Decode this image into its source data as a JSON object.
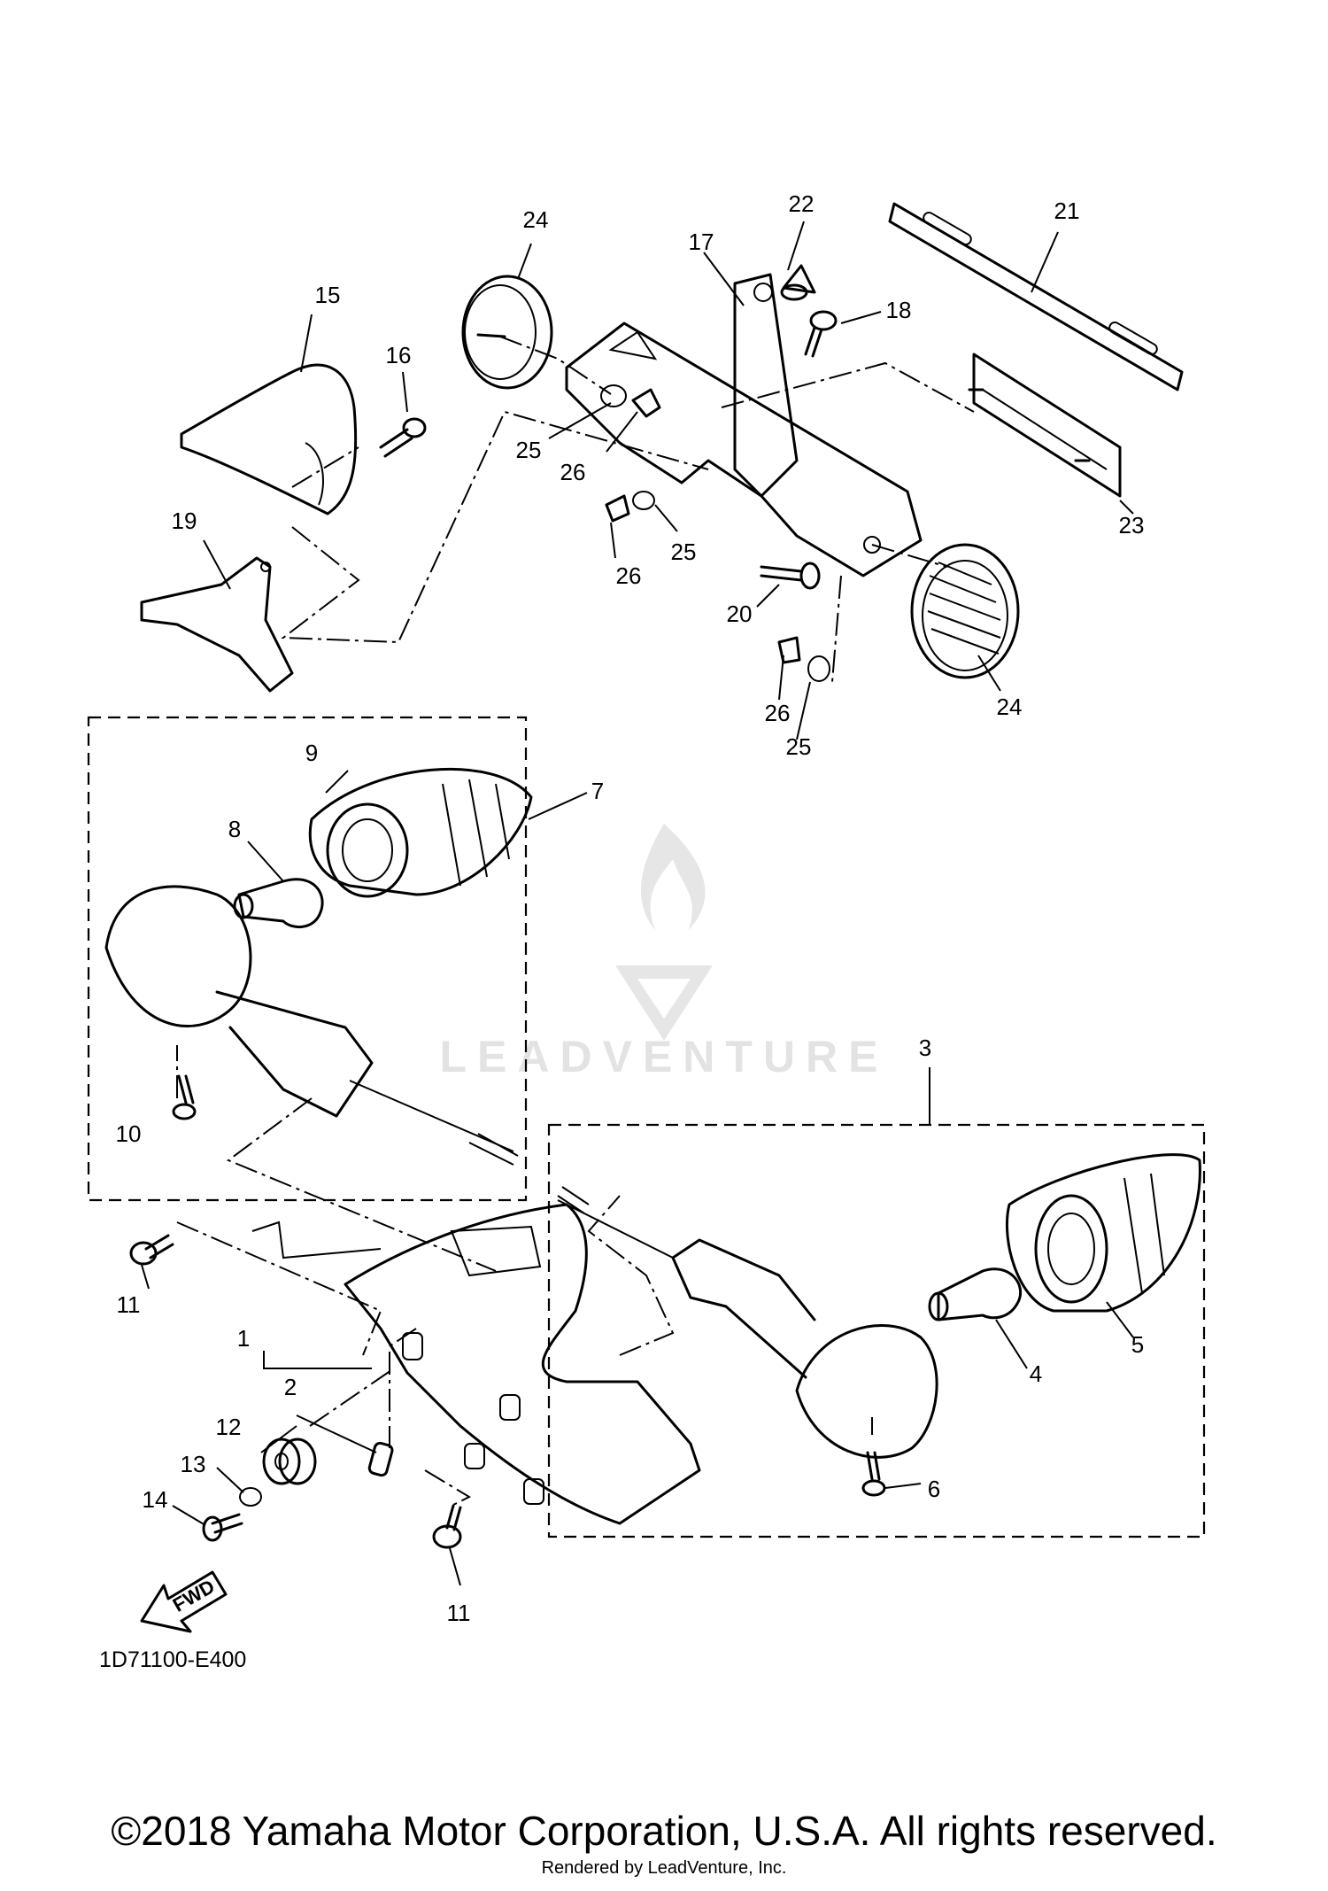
{
  "diagram": {
    "code": "1D71100-E400",
    "fwd_label": "FWD",
    "watermark": "LEADVENTURE",
    "copyright": "©2018 Yamaha Motor Corporation, U.S.A. All rights reserved.",
    "rendered_by": "Rendered by LeadVenture, Inc."
  },
  "callouts": {
    "c1": "1",
    "c2": "2",
    "c3": "3",
    "c4": "4",
    "c5": "5",
    "c6": "6",
    "c7": "7",
    "c8": "8",
    "c9": "9",
    "c10": "10",
    "c11a": "11",
    "c11b": "11",
    "c12": "12",
    "c13": "13",
    "c14": "14",
    "c15": "15",
    "c16": "16",
    "c17": "17",
    "c18": "18",
    "c19": "19",
    "c20": "20",
    "c21": "21",
    "c22": "22",
    "c23": "23",
    "c24a": "24",
    "c24b": "24",
    "c25a": "25",
    "c25b": "25",
    "c25c": "25",
    "c26a": "26",
    "c26b": "26",
    "c26c": "26"
  }
}
